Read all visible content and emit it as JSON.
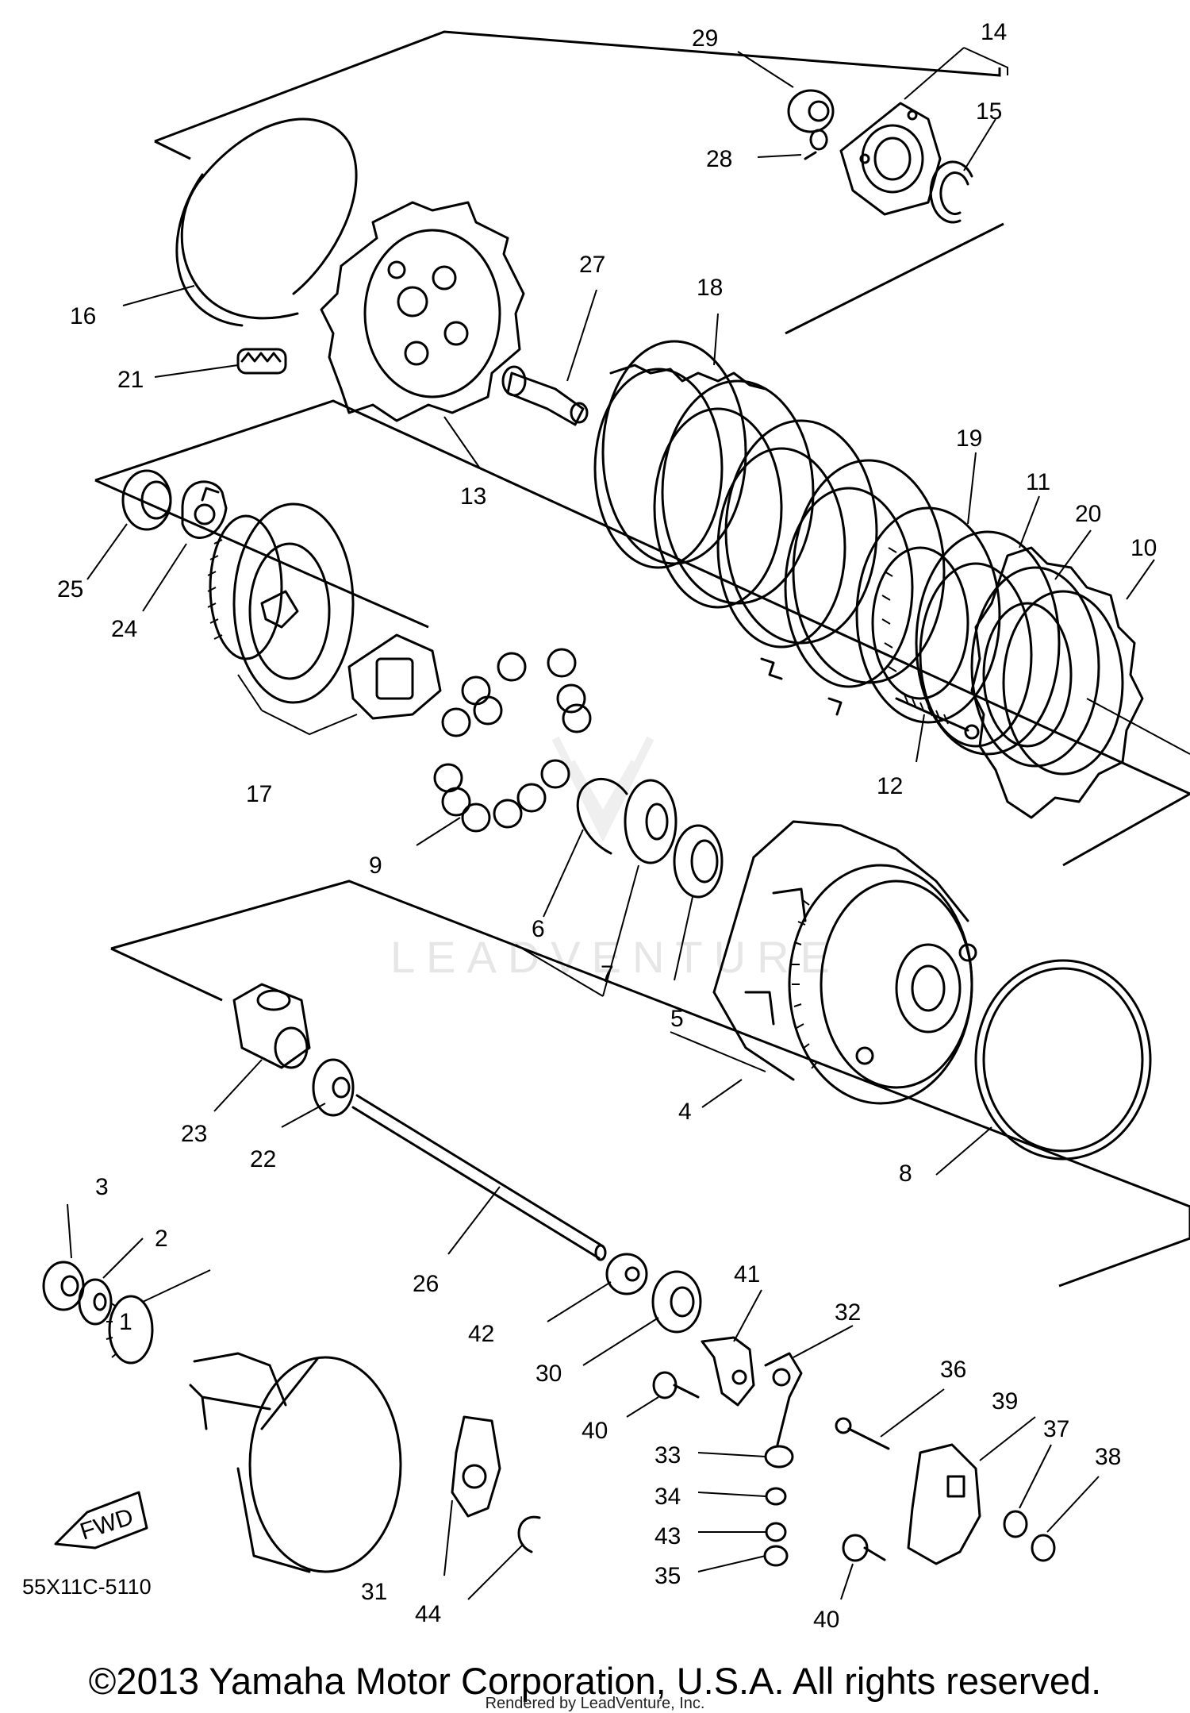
{
  "diagram": {
    "watermark": "LEADVENTURE",
    "code": "55X11C-5110",
    "fwd_label": "FWD",
    "labels": [
      "1",
      "2",
      "3",
      "4",
      "5",
      "6",
      "7",
      "8",
      "9",
      "10",
      "11",
      "12",
      "13",
      "14",
      "15",
      "16",
      "17",
      "18",
      "19",
      "20",
      "21",
      "22",
      "23",
      "24",
      "25",
      "26",
      "27",
      "28",
      "29",
      "30",
      "31",
      "32",
      "33",
      "34",
      "35",
      "36",
      "37",
      "38",
      "39",
      "40",
      "40",
      "41",
      "42",
      "43",
      "44"
    ]
  },
  "footer": {
    "copyright": "©2013 Yamaha Motor Corporation, U.S.A. All rights reserved.",
    "rendered_by": "Rendered by LeadVenture, Inc."
  }
}
